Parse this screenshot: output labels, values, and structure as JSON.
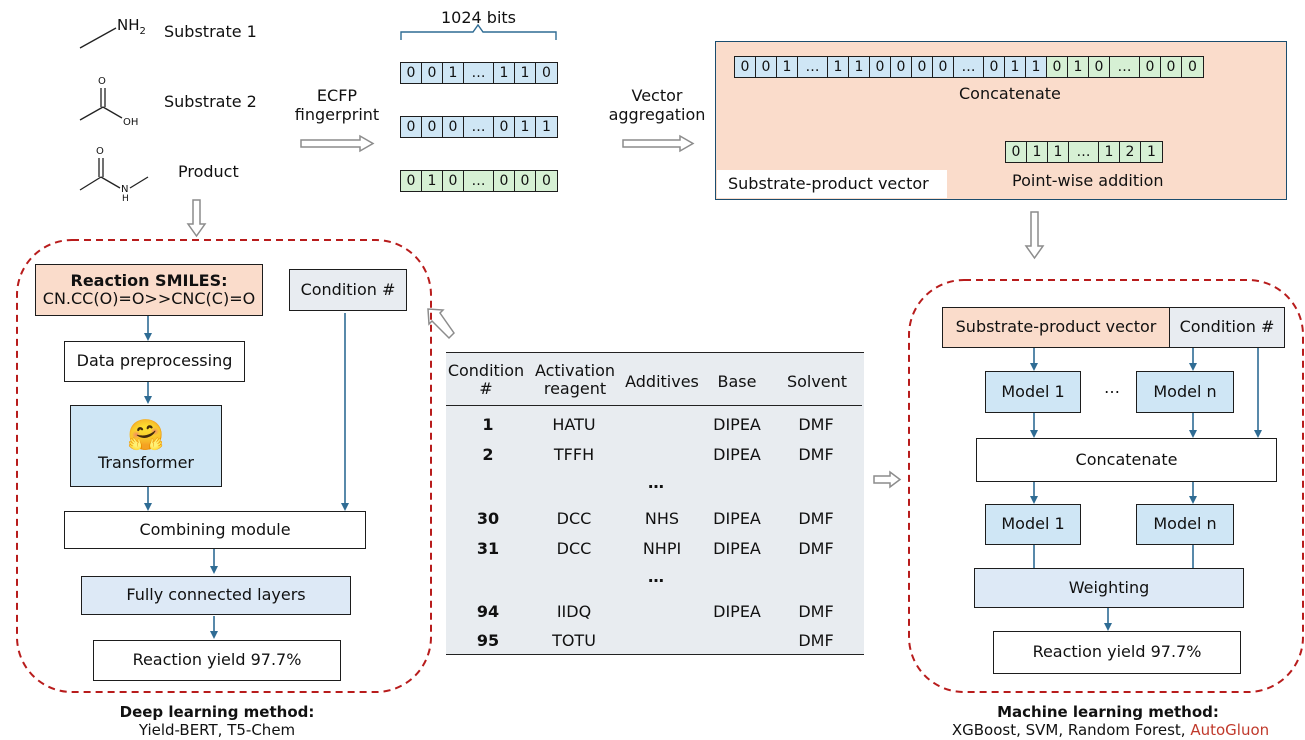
{
  "molecules": {
    "substrate1_label": "Substrate 1",
    "substrate2_label": "Substrate 2",
    "product_label": "Product",
    "nh2": "NH",
    "nh2_sub": "2",
    "oh": "OH",
    "o": "O",
    "h": "H",
    "n": "N"
  },
  "fingerprint": {
    "arrow_label_line1": "ECFP",
    "arrow_label_line2": "fingerprint",
    "bits_label": "1024 bits",
    "vector1": [
      "0",
      "0",
      "1",
      "…",
      "1",
      "1",
      "0"
    ],
    "vector2": [
      "0",
      "0",
      "0",
      "…",
      "0",
      "1",
      "1"
    ],
    "vector3": [
      "0",
      "1",
      "0",
      "…",
      "0",
      "0",
      "0"
    ]
  },
  "aggregation": {
    "arrow_label_line1": "Vector",
    "arrow_label_line2": "aggregation",
    "concat_blue": [
      "0",
      "0",
      "1",
      "…",
      "1",
      "1",
      "0",
      "0",
      "0",
      "0",
      "…",
      "0",
      "1",
      "1"
    ],
    "concat_green": [
      "0",
      "1",
      "0",
      "…",
      "0",
      "0",
      "0"
    ],
    "concat_label": "Concatenate",
    "sum_vector": [
      "0",
      "1",
      "1",
      "…",
      "1",
      "2",
      "1"
    ],
    "sum_label": "Point-wise addition",
    "vector_label": "Substrate-product vector",
    "panel_color": "#fadccb"
  },
  "deep_learning": {
    "smiles_title": "Reaction SMILES:",
    "smiles": "CN.CC(O)=O>>CNC(C)=O",
    "condition": "Condition #",
    "preprocessing": "Data preprocessing",
    "transformer_emoji": "🤗",
    "transformer": "Transformer",
    "combining": "Combining module",
    "fc_layers": "Fully connected layers",
    "yield": "Reaction yield 97.7%",
    "method_title": "Deep learning method:",
    "method_models": "Yield-BERT, T5-Chem"
  },
  "table": {
    "headers": [
      "Condition #",
      "Activation reagent",
      "Additives",
      "Base",
      "Solvent"
    ],
    "rows": [
      [
        "1",
        "HATU",
        "",
        "DIPEA",
        "DMF"
      ],
      [
        "2",
        "TFFH",
        "",
        "DIPEA",
        "DMF"
      ],
      [
        "…",
        "",
        "",
        "",
        ""
      ],
      [
        "30",
        "DCC",
        "NHS",
        "DIPEA",
        "DMF"
      ],
      [
        "31",
        "DCC",
        "NHPI",
        "DIPEA",
        "DMF"
      ],
      [
        "…",
        "",
        "",
        "",
        ""
      ],
      [
        "94",
        "IIDQ",
        "",
        "DIPEA",
        "DMF"
      ],
      [
        "95",
        "TOTU",
        "",
        "",
        "DMF"
      ]
    ]
  },
  "machine_learning": {
    "vector": "Substrate-product vector",
    "condition": "Condition #",
    "model1_top": "Model 1",
    "ellipsis": "…",
    "modeln_top": "Model n",
    "concatenate": "Concatenate",
    "model1_bottom": "Model 1",
    "modeln_bottom": "Model n",
    "weighting": "Weighting",
    "yield": "Reaction yield 97.7%",
    "method_title": "Machine learning method:",
    "method_models": "XGBoost, SVM, Random Forest, ",
    "method_highlight": "AutoGluon",
    "highlight_color": "#c0392b"
  }
}
